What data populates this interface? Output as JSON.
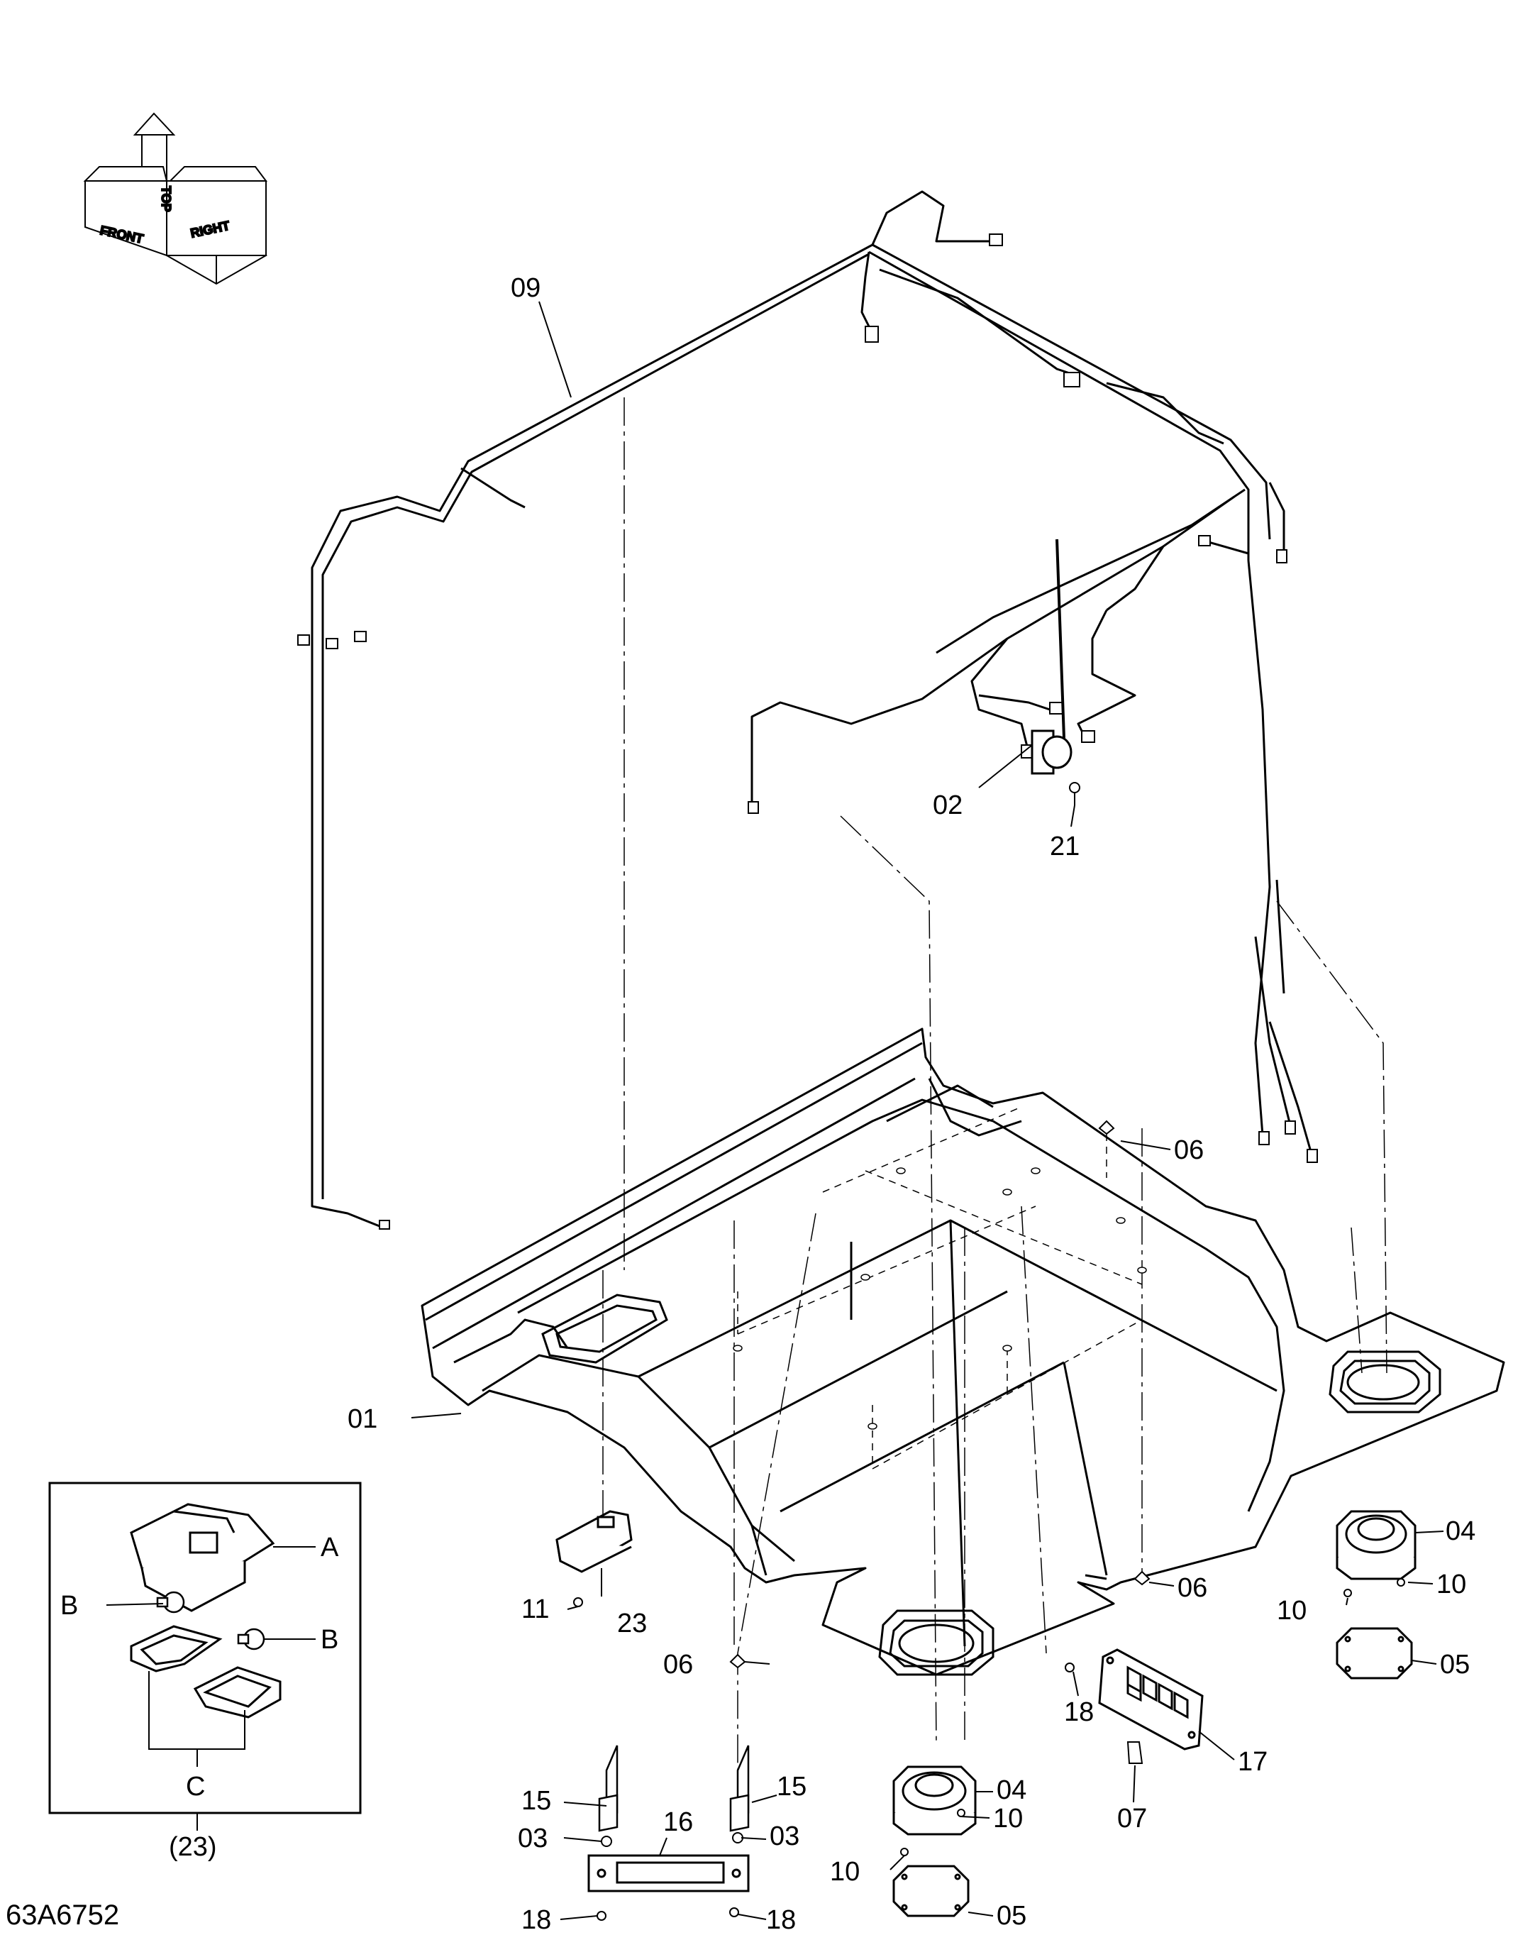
{
  "figure_number": "63A6752",
  "orientation": {
    "front": "FRONT",
    "top": "TOP",
    "right": "RIGHT"
  },
  "callouts": {
    "c01": "01",
    "c02": "02",
    "c03a": "03",
    "c03b": "03",
    "c04a": "04",
    "c04b": "04",
    "c05a": "05",
    "c05b": "05",
    "c06a": "06",
    "c06b": "06",
    "c06c": "06",
    "c07": "07",
    "c09": "09",
    "c10a": "10",
    "c10b": "10",
    "c10c": "10",
    "c10d": "10",
    "c11": "11",
    "c15a": "15",
    "c15b": "15",
    "c16": "16",
    "c17": "17",
    "c18a": "18",
    "c18b": "18",
    "c18c": "18",
    "c21": "21",
    "c23": "23"
  },
  "inset": {
    "label_a": "A",
    "label_b1": "B",
    "label_b2": "B",
    "label_c": "C",
    "ref": "(23)"
  }
}
